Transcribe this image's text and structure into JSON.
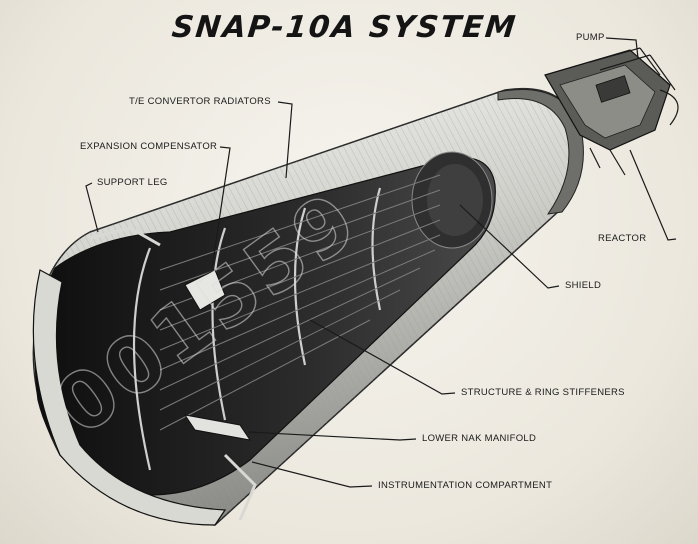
{
  "diagram": {
    "title": "SNAP-10A SYSTEM",
    "labels": {
      "pump": "PUMP",
      "te_convertor_radiators": "T/E CONVERTOR RADIATORS",
      "expansion_compensator": "EXPANSION COMPENSATOR",
      "support_leg": "SUPPORT LEG",
      "reactor": "REACTOR",
      "shield": "SHIELD",
      "structure_ring_stiffeners": "STRUCTURE & RING STIFFENERS",
      "lower_nak_manifold": "LOWER NaK MANIFOLD",
      "instrumentation_compartment": "INSTRUMENTATION COMPARTMENT"
    },
    "watermark": "001559"
  },
  "colors": {
    "background": "#efece4",
    "ink": "#141414",
    "shell": "#c9c9c4",
    "interior": "#1b1b1b"
  }
}
